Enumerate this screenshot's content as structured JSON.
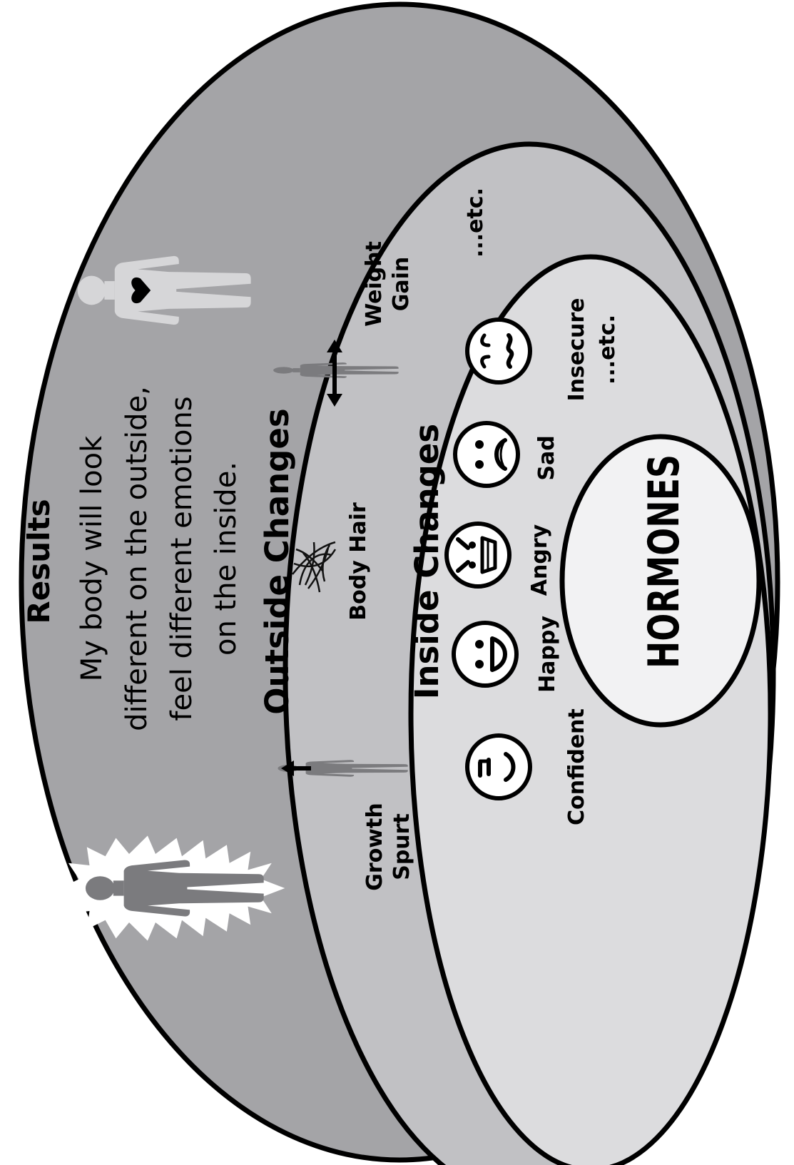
{
  "colors": {
    "outer_fill": "#a4a4a7",
    "outside_fill": "#c1c1c4",
    "inside_fill": "#dcdcde",
    "core_fill": "#f2f2f3",
    "stroke": "#000000",
    "figure_dark": "#7b7b7e",
    "figure_light": "#d6d6d8"
  },
  "results": {
    "title": "Results",
    "line1": "My body will look",
    "line2": "different on the outside,",
    "line3": "feel different emotions",
    "line4": "on the inside."
  },
  "outside": {
    "title": "Outside Changes",
    "growth_line1": "Growth",
    "growth_line2": "Spurt",
    "body_hair": "Body Hair",
    "weight_line1": "Weight",
    "weight_line2": "Gain",
    "etc": "...etc."
  },
  "inside": {
    "title": "Inside Changes",
    "confident": "Confident",
    "happy": "Happy",
    "angry": "Angry",
    "sad": "Sad",
    "insecure": "Insecure",
    "etc": "...etc."
  },
  "core": {
    "label": "HORMONES"
  },
  "icons": {
    "figure_glow": "glowing-person-icon",
    "figure_growth": "growth-spurt-person-icon",
    "figure_weight": "weight-gain-person-icon",
    "figure_heart": "person-with-heart-icon",
    "hair": "body-hair-icon",
    "face_confident": "confident-face-icon",
    "face_happy": "happy-face-icon",
    "face_angry": "angry-face-icon",
    "face_sad": "sad-face-icon",
    "face_insecure": "insecure-face-icon"
  }
}
